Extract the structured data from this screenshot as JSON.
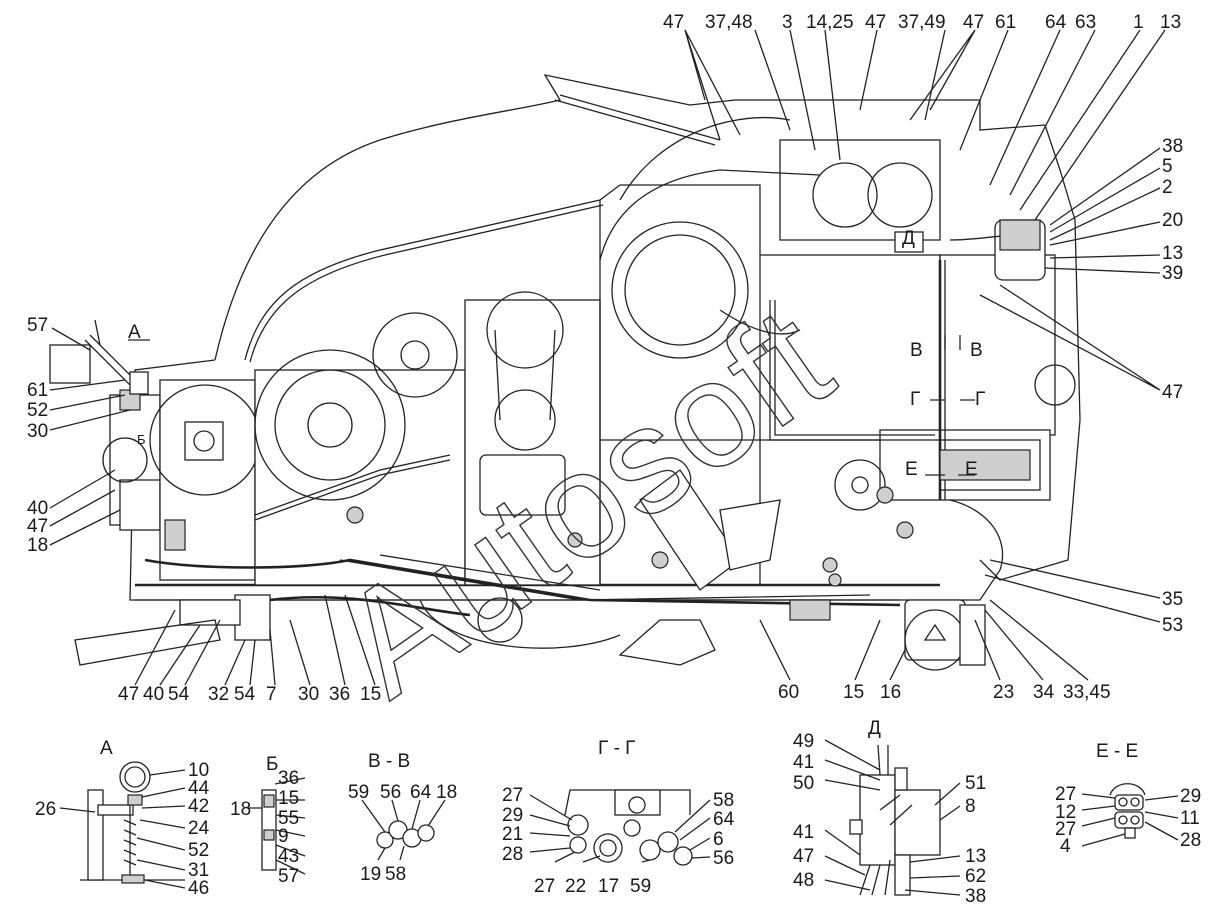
{
  "callouts_top": [
    "47",
    "37,48",
    "3",
    "14,25",
    "47",
    "37,49",
    "47",
    "61",
    "64",
    "63",
    "1",
    "13"
  ],
  "callouts_right": [
    "38",
    "5",
    "2",
    "20",
    "13",
    "39",
    "47",
    "35",
    "53"
  ],
  "callouts_left": [
    "57",
    "61",
    "52",
    "30",
    "40",
    "47",
    "18"
  ],
  "callouts_bottom": [
    "47",
    "40",
    "54",
    "32",
    "54",
    "7",
    "30",
    "36",
    "15",
    "60",
    "15",
    "16",
    "23",
    "34",
    "33,45"
  ],
  "section_marks": {
    "a": "А",
    "b": "Б",
    "v": "В",
    "g": "Г",
    "d": "Д",
    "e": "Е"
  },
  "details": {
    "a": {
      "title": "А",
      "labels": [
        "10",
        "44",
        "26",
        "42",
        "24",
        "52",
        "31",
        "46"
      ]
    },
    "b": {
      "title": "Б",
      "labels": [
        "36",
        "15",
        "18",
        "55",
        "9",
        "43",
        "57"
      ]
    },
    "vv": {
      "title": "В - В",
      "labels": [
        "59",
        "56",
        "64",
        "18",
        "19",
        "58"
      ]
    },
    "gg": {
      "title": "Г - Г",
      "labels": [
        "27",
        "29",
        "21",
        "28",
        "58",
        "64",
        "6",
        "56",
        "27",
        "22",
        "17",
        "59"
      ]
    },
    "d": {
      "title": "Д",
      "labels": [
        "49",
        "41",
        "50",
        "51",
        "8",
        "41",
        "47",
        "48",
        "13",
        "62",
        "38"
      ]
    },
    "ee": {
      "title": "Е - Е",
      "labels": [
        "27",
        "12",
        "27",
        "4",
        "29",
        "11",
        "28"
      ]
    }
  },
  "watermark": "Autosoft"
}
